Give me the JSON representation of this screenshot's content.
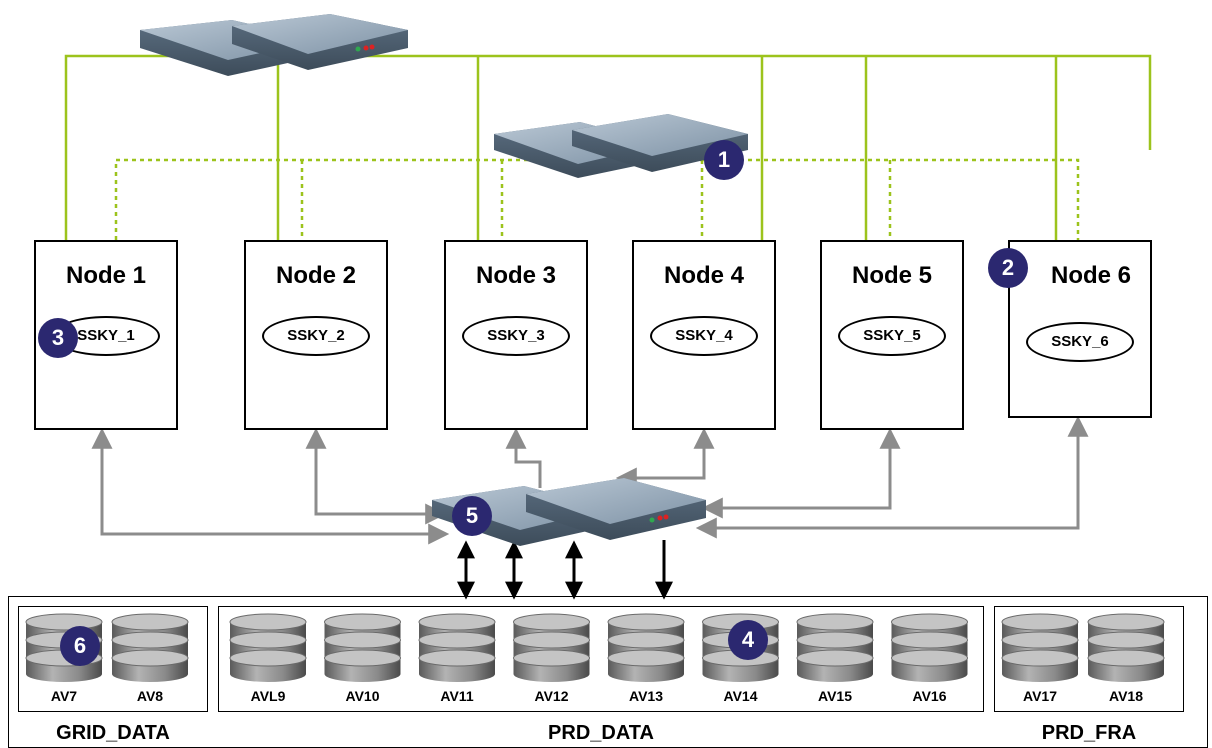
{
  "nodes": [
    {
      "title": "Node 1",
      "instance": "SSKY_1"
    },
    {
      "title": "Node 2",
      "instance": "SSKY_2"
    },
    {
      "title": "Node 3",
      "instance": "SSKY_3"
    },
    {
      "title": "Node 4",
      "instance": "SSKY_4"
    },
    {
      "title": "Node 5",
      "instance": "SSKY_5"
    },
    {
      "title": "Node 6",
      "instance": "SSKY_6"
    }
  ],
  "badges": [
    "1",
    "2",
    "3",
    "4",
    "5",
    "6"
  ],
  "disk_groups": [
    {
      "name": "GRID_DATA",
      "disks": [
        "AV7",
        "AV8"
      ]
    },
    {
      "name": "PRD_DATA",
      "disks": [
        "AVL9",
        "AV10",
        "AV11",
        "AV12",
        "AV13",
        "AV14",
        "AV15",
        "AV16"
      ]
    },
    {
      "name": "PRD_FRA",
      "disks": [
        "AV17",
        "AV18"
      ]
    }
  ],
  "colors": {
    "public_network": "#9cc31c",
    "private_interconnect": "#9cc31c",
    "san_link": "#8c8c8c",
    "storage_link": "#000000",
    "badge": "#2b2870",
    "switch_body": "#6f8396",
    "disk_body": "#8e8e8e"
  }
}
